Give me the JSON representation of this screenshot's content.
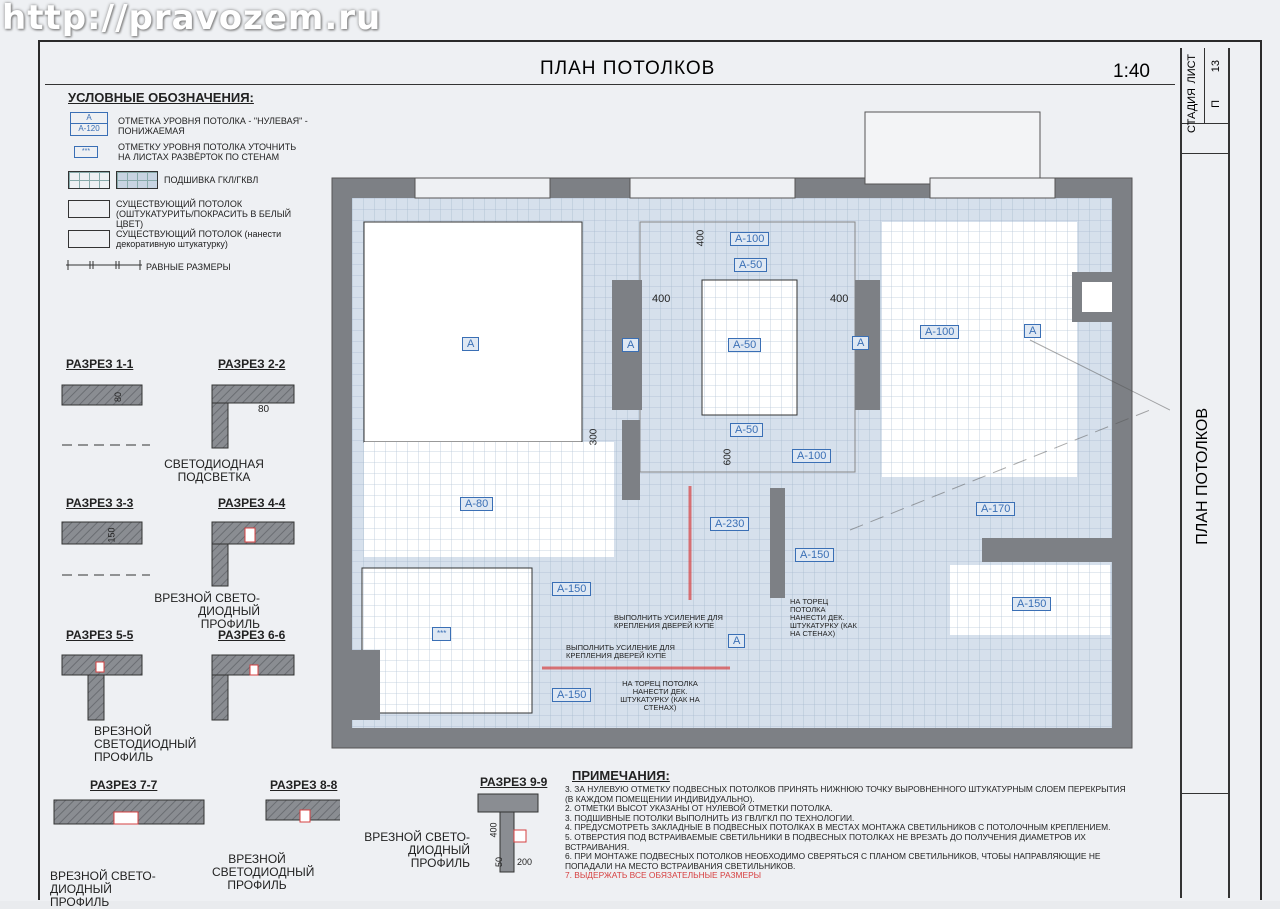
{
  "watermark": "http://pravozem.ru",
  "title": "ПЛАН ПОТОЛКОВ",
  "scale": "1:40",
  "stamp": {
    "stage_label": "СТАДИЯ",
    "sheet_label": "ЛИСТ",
    "stage": "П",
    "sheet": "13",
    "side_title": "ПЛАН ПОТОЛКОВ"
  },
  "legend": {
    "heading": "УСЛОВНЫЕ ОБОЗНАЧЕНИЯ:",
    "level_tag_a": "А",
    "level_tag_a120": "А-120",
    "level_desc": "ОТМЕТКА УРОВНЯ ПОТОЛКА - \"НУЛЕВАЯ\" - ПОНИЖАЕМАЯ",
    "clarify_tag": "***",
    "clarify_desc": "ОТМЕТКУ УРОВНЯ ПОТОЛКА УТОЧНИТЬ НА ЛИСТАХ РАЗВЁРТОК ПО СТЕНАМ",
    "gkl_desc": "ПОДШИВКА ГКЛ/ГКВЛ",
    "existing_white": "СУЩЕСТВУЮЩИЙ ПОТОЛОК (ОШТУКАТУРИТЬ/ПОКРАСИТЬ В БЕЛЫЙ ЦВЕТ)",
    "existing_deco": "СУЩЕСТВУЮЩИЙ ПОТОЛОК (нанести декоративную штукатурку)",
    "equal_dims": "РАВНЫЕ РАЗМЕРЫ"
  },
  "sections": [
    {
      "title": "РАЗРЕЗ 1-1",
      "dim": "80"
    },
    {
      "title": "РАЗРЕЗ 2-2",
      "dim": "80",
      "caption": "СВЕТОДИОДНАЯ ПОДСВЕТКА"
    },
    {
      "title": "РАЗРЕЗ 3-3",
      "dim": "150"
    },
    {
      "title": "РАЗРЕЗ 4-4",
      "caption": "ВРЕЗНОЙ СВЕТО- ДИОДНЫЙ ПРОФИЛЬ"
    },
    {
      "title": "РАЗРЕЗ 5-5",
      "caption": "ВРЕЗНОЙ СВЕТОДИОДНЫЙ ПРОФИЛЬ"
    },
    {
      "title": "РАЗРЕЗ 6-6"
    },
    {
      "title": "РАЗРЕЗ 7-7",
      "caption": "ВРЕЗНОЙ СВЕТО- ДИОДНЫЙ ПРОФИЛЬ"
    },
    {
      "title": "РАЗРЕЗ 8-8",
      "caption": "ВРЕЗНОЙ СВЕТОДИОДНЫЙ ПРОФИЛЬ"
    },
    {
      "title": "РАЗРЕЗ 9-9",
      "caption": "ВРЕЗНОЙ СВЕТО- ДИОДНЫЙ ПРОФИЛЬ",
      "dims": [
        "400",
        "50",
        "200"
      ]
    }
  ],
  "plan": {
    "tags": [
      "А-100",
      "А-50",
      "А",
      "А",
      "А-50",
      "А-50",
      "А-100",
      "А-100",
      "А",
      "А",
      "А-80",
      "А-230",
      "А-150",
      "А-170",
      "А-150",
      "А-150",
      "***",
      "А",
      "А-150"
    ],
    "dims": [
      "400",
      "400",
      "300",
      "400",
      "600"
    ],
    "remarks": [
      "ВЫПОЛНИТЬ УСИЛЕНИЕ ДЛЯ КРЕПЛЕНИЯ ДВЕРЕЙ КУПЕ",
      "ВЫПОЛНИТЬ УСИЛЕНИЕ ДЛЯ КРЕПЛЕНИЯ ДВЕРЕЙ КУПЕ",
      "НА ТОРЕЦ ПОТОЛКА НАНЕСТИ ДЕК. ШТУКАТУРКУ (КАК НА СТЕНАХ)",
      "НА ТОРЕЦ ПОТОЛКА НАНЕСТИ ДЕК. ШТУКАТУРКУ (КАК НА СТЕНАХ)"
    ]
  },
  "notes": {
    "heading": "ПРИМЕЧАНИЯ:",
    "items": [
      "3. ЗА НУЛЕВУЮ ОТМЕТКУ ПОДВЕСНЫХ ПОТОЛКОВ ПРИНЯТЬ НИЖНЮЮ ТОЧКУ ВЫРОВНЕННОГО ШТУКАТУРНЫМ СЛОЕМ ПЕРЕКРЫТИЯ (В КАЖДОМ ПОМЕЩЕНИИ ИНДИВИДУАЛЬНО).",
      "2. ОТМЕТКИ ВЫСОТ УКАЗАНЫ ОТ НУЛЕВОЙ ОТМЕТКИ ПОТОЛКА.",
      "3. ПОДШИВНЫЕ ПОТОЛКИ ВЫПОЛНИТЬ ИЗ ГВЛ/ГКЛ ПО ТЕХНОЛОГИИ.",
      "4. ПРЕДУСМОТРЕТЬ ЗАКЛАДНЫЕ В ПОДВЕСНЫХ ПОТОЛКАХ В МЕСТАХ МОНТАЖА СВЕТИЛЬНИКОВ С ПОТОЛОЧНЫМ КРЕПЛЕНИЕМ.",
      "5. ОТВЕРСТИЯ ПОД ВСТРАИВАЕМЫЕ СВЕТИЛЬНИКИ В ПОДВЕСНЫХ ПОТОЛКАХ НЕ ВРЕЗАТЬ ДО ПОЛУЧЕНИЯ ДИАМЕТРОВ ИХ ВСТРАИВАНИЯ.",
      "6. ПРИ МОНТАЖЕ ПОДВЕСНЫХ ПОТОЛКОВ НЕОБХОДИМО СВЕРЯТЬСЯ С ПЛАНОМ СВЕТИЛЬНИКОВ, ЧТОБЫ НАПРАВЛЯЮЩИЕ НЕ ПОПАДАЛИ НА МЕСТО ВСТРАИВАНИЯ СВЕТИЛЬНИКОВ."
    ],
    "last": "7. ВЫДЕРЖАТЬ ВСЕ ОБЯЗАТЕЛЬНЫЕ РАЗМЕРЫ"
  },
  "colors": {
    "wall": "#7d8085",
    "grid": "#b7c7d8",
    "tag": "#3a6fb5",
    "red": "#d64040"
  }
}
